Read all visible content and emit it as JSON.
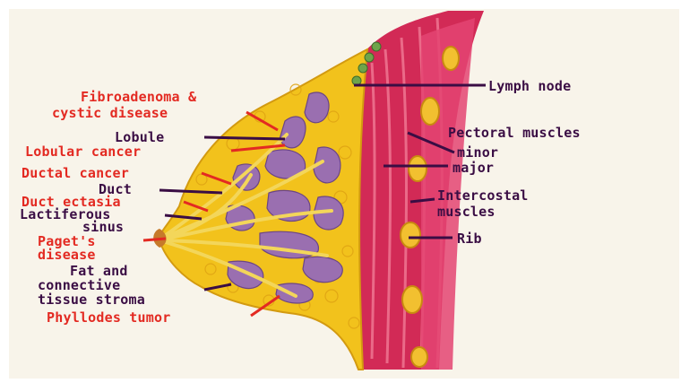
{
  "labels": {
    "fibroadenoma_1": "Fibroadenoma &",
    "fibroadenoma_2": "cystic disease",
    "lobule": "Lobule",
    "lobular_cancer": "Lobular cancer",
    "ductal_cancer": "Ductal cancer",
    "duct": "Duct",
    "duct_ectasia": "Duct ectasia",
    "lactiferous_1": "Lactiferous",
    "lactiferous_2": "sinus",
    "pagets_1": "Paget's",
    "pagets_2": "disease",
    "fat_1": "Fat and",
    "fat_2": "connective",
    "fat_3": "tissue stroma",
    "phyllodes": "Phyllodes tumor",
    "lymph_node": "Lymph node",
    "pectoral_muscles": "Pectoral muscles",
    "minor": "minor",
    "major": "major",
    "intercostal_1": "Intercostal",
    "intercostal_2": "muscles",
    "rib": "Rib"
  },
  "colors": {
    "disease_label": "#e32a22",
    "anatomy_label": "#3a0d44",
    "fat": "#f2c21c",
    "lobule": "#9a6fb0",
    "muscle": "#d22a56",
    "rib": "#f2c030"
  }
}
